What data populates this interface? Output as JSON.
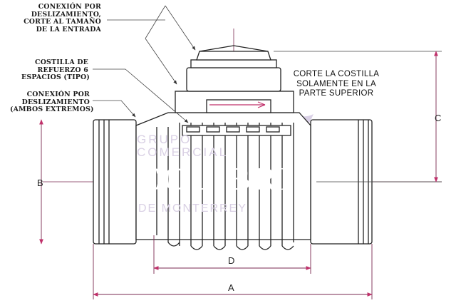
{
  "callouts": {
    "slip_connection_cut": [
      "CONEXIÓN POR",
      "DESLIZAMIENTO,",
      "CORTE AL TAMAÑO",
      "DE LA ENTRADA"
    ],
    "reinforcement_rib": [
      "COSTILLA DE",
      "REFUERZO 6",
      "ESPACIOS (TIPO)"
    ],
    "slip_connection_ends": [
      "CONEXIÓN POR",
      "DESLIZAMIENTO",
      "(AMBOS EXTREMOS)"
    ]
  },
  "note_top_rib": [
    "CORTE LA COSTILLA",
    "SOLAMENTE EN LA",
    "PARTE SUPERIOR"
  ],
  "dimensions": {
    "a": "A",
    "b": "B",
    "c": "C",
    "d": "D"
  },
  "watermark": {
    "line1": "GRUPO",
    "line2": "COMERCIAL",
    "brand": "COLIBRI",
    "line3": "DE MONTERREY",
    "color": "#c7b8d8"
  }
}
